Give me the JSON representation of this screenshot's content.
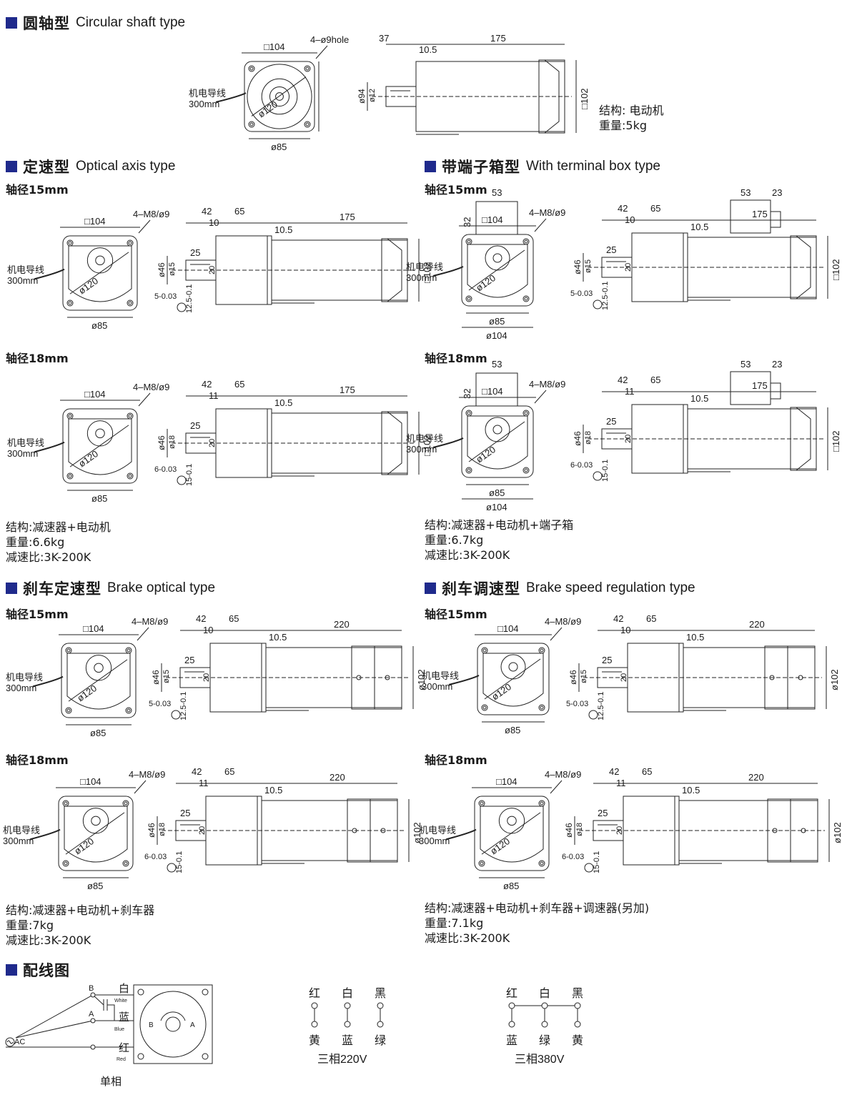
{
  "sections": {
    "circular": {
      "zh": "圆轴型",
      "en": "Circular shaft type",
      "spec": [
        "结构: 电动机",
        "重量:5kg"
      ]
    },
    "optical": {
      "zh": "定速型",
      "en": "Optical axis type",
      "spec": [
        "结构:减速器+电动机",
        "重量:6.6kg",
        "减速比:3K-200K"
      ]
    },
    "terminal": {
      "zh": "带端子箱型",
      "en": "With terminal box type",
      "spec": [
        "结构:减速器+电动机+端子箱",
        "重量:6.7kg",
        "减速比:3K-200K"
      ]
    },
    "brake": {
      "zh": "刹车定速型",
      "en": "Brake optical type",
      "spec": [
        "结构:减速器+电动机+刹车器",
        "重量:7kg",
        "减速比:3K-200K"
      ]
    },
    "brake_speed": {
      "zh": "刹车调速型",
      "en": "Brake speed regulation type",
      "spec": [
        "结构:减速器+电动机+刹车器+调速器(另加)",
        "重量:7.1kg",
        "减速比:3K-200K"
      ]
    },
    "wiring": {
      "zh": "配线图"
    }
  },
  "shaft_labels": {
    "d15": "轴径15mm",
    "d18": "轴径18mm"
  },
  "dims": {
    "sq104": "□104",
    "sq102": "□102",
    "d85": "ø85",
    "d120": "ø120",
    "d104": "ø104",
    "d94": "ø94",
    "d12": "ø12",
    "d46": "ø46",
    "d15": "ø15",
    "d18": "ø18",
    "hole9": "4–ø9hole",
    "m8": "4–M8/ø9",
    "d102": "ø102",
    "n37": "37",
    "n10_5": "10.5",
    "n175": "175",
    "n220": "220",
    "n42": "42",
    "n65": "65",
    "n25": "25",
    "n10": "10",
    "n11": "11",
    "n20": "20",
    "n53": "53",
    "n23": "23",
    "n32": "32",
    "key5": "5-0.03",
    "key6": "6-0.03",
    "h12_5": "12.5-0.1",
    "h15": "15-0.1",
    "lead": "机电导线",
    "lead_len": "300mm"
  },
  "wiring": {
    "single": {
      "caption": "单相",
      "B": "B",
      "A": "A",
      "AC": "AC",
      "white_zh": "白",
      "white_en": "White",
      "blue_zh": "蓝",
      "blue_en": "Blue",
      "red_zh": "红",
      "red_en": "Red",
      "rot_b": "B",
      "rot_a": "A"
    },
    "three220": {
      "top": [
        "红",
        "白",
        "黑"
      ],
      "bottom": [
        "黄",
        "蓝",
        "绿"
      ],
      "caption": "三相220V"
    },
    "three380": {
      "top": [
        "红",
        "白",
        "黑"
      ],
      "bottom": [
        "蓝",
        "绿",
        "黄"
      ],
      "caption": "三相380V"
    }
  }
}
